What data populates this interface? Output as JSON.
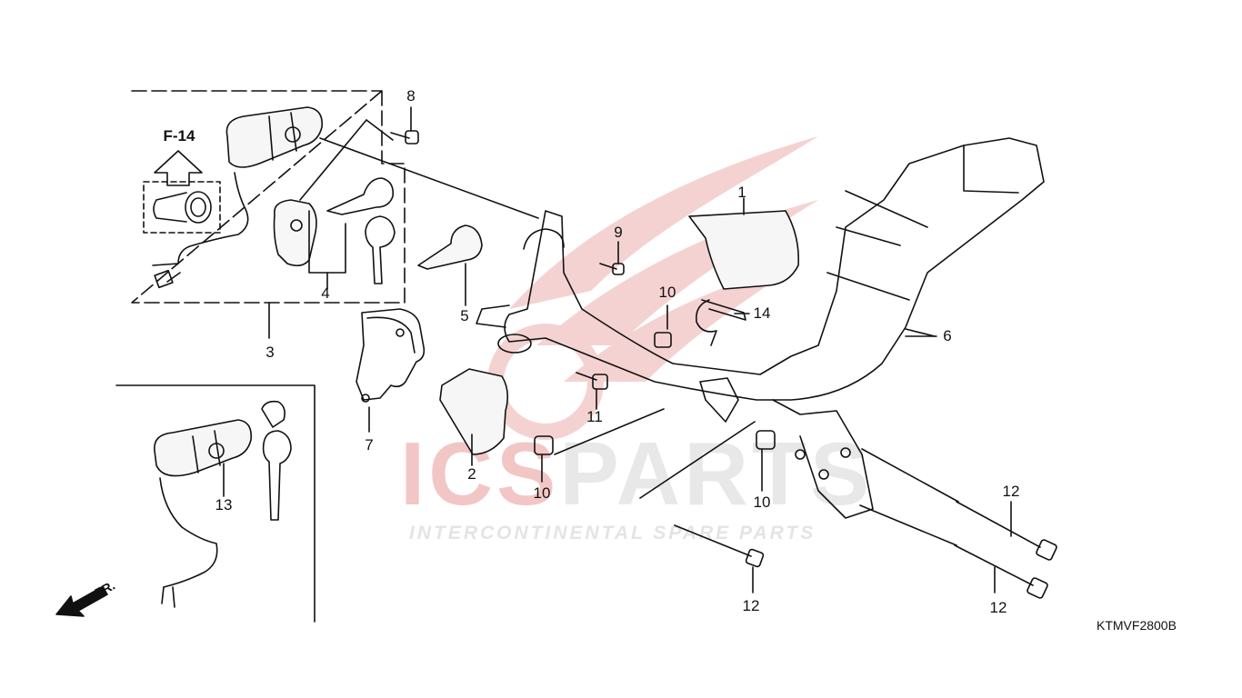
{
  "diagram": {
    "drawing_code": "KTMVF2800B",
    "reference": "F-14",
    "direction_label": "FR.",
    "watermark": {
      "brand_prefix": "ICS",
      "brand_suffix": "PARTS",
      "tagline": "INTERCONTINENTAL SPARE PARTS"
    },
    "callouts": {
      "c1": "1",
      "c2": "2",
      "c3": "3",
      "c4": "4",
      "c5": "5",
      "c6": "6",
      "c7": "7",
      "c8": "8",
      "c9": "9",
      "c10a": "10",
      "c10b": "10",
      "c10c": "10",
      "c11": "11",
      "c12a": "12",
      "c12b": "12",
      "c12c": "12",
      "c13": "13",
      "c14": "14"
    },
    "colors": {
      "line": "#111111",
      "watermark_red": "#f2c4c4",
      "watermark_grey": "#e6e6e6"
    }
  }
}
